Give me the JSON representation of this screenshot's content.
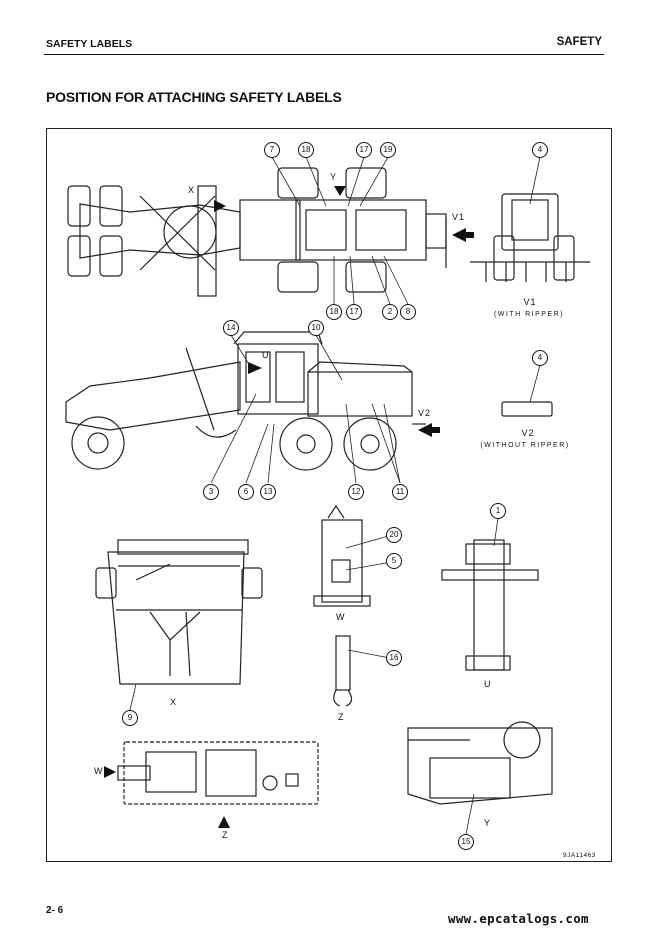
{
  "header": {
    "section_left": "SAFETY LABELS",
    "section_right": "SAFETY"
  },
  "page_title": "POSITION FOR ATTACHING SAFETY LABELS",
  "views": {
    "v1": "V1",
    "v1_note": "(WITH RIPPER)",
    "v2": "V2",
    "v2_note": "(WITHOUT RIPPER)",
    "w": "W",
    "u": "U",
    "x": "X",
    "y": "Y",
    "z": "Z"
  },
  "callouts": [
    "7",
    "18",
    "17",
    "19",
    "4",
    "18",
    "17",
    "2",
    "8",
    "14",
    "10",
    "4",
    "3",
    "6",
    "13",
    "12",
    "11",
    "1",
    "20",
    "5",
    "16",
    "9",
    "15"
  ],
  "figure_code": "9JA11463",
  "footer": {
    "page_number": "2- 6",
    "website": "www.epcatalogs.com"
  }
}
